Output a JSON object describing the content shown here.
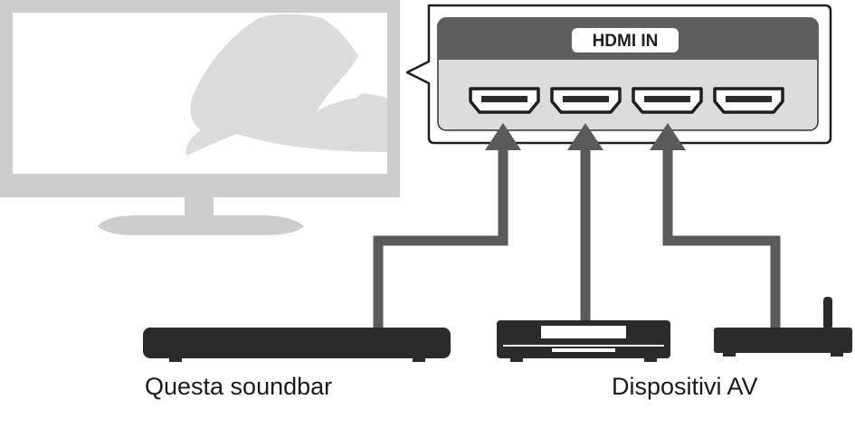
{
  "panel": {
    "title": "HDMI IN",
    "port_count": 4
  },
  "captions": {
    "soundbar": "Questa soundbar",
    "av_devices": "Dispositivi AV"
  },
  "colors": {
    "tv_gray": "#cdcdcd",
    "cable": "#5a5a5a",
    "device_dark": "#2b2b2b",
    "panel_header": "#5e5e5e",
    "panel_body": "#dcdcdc"
  }
}
